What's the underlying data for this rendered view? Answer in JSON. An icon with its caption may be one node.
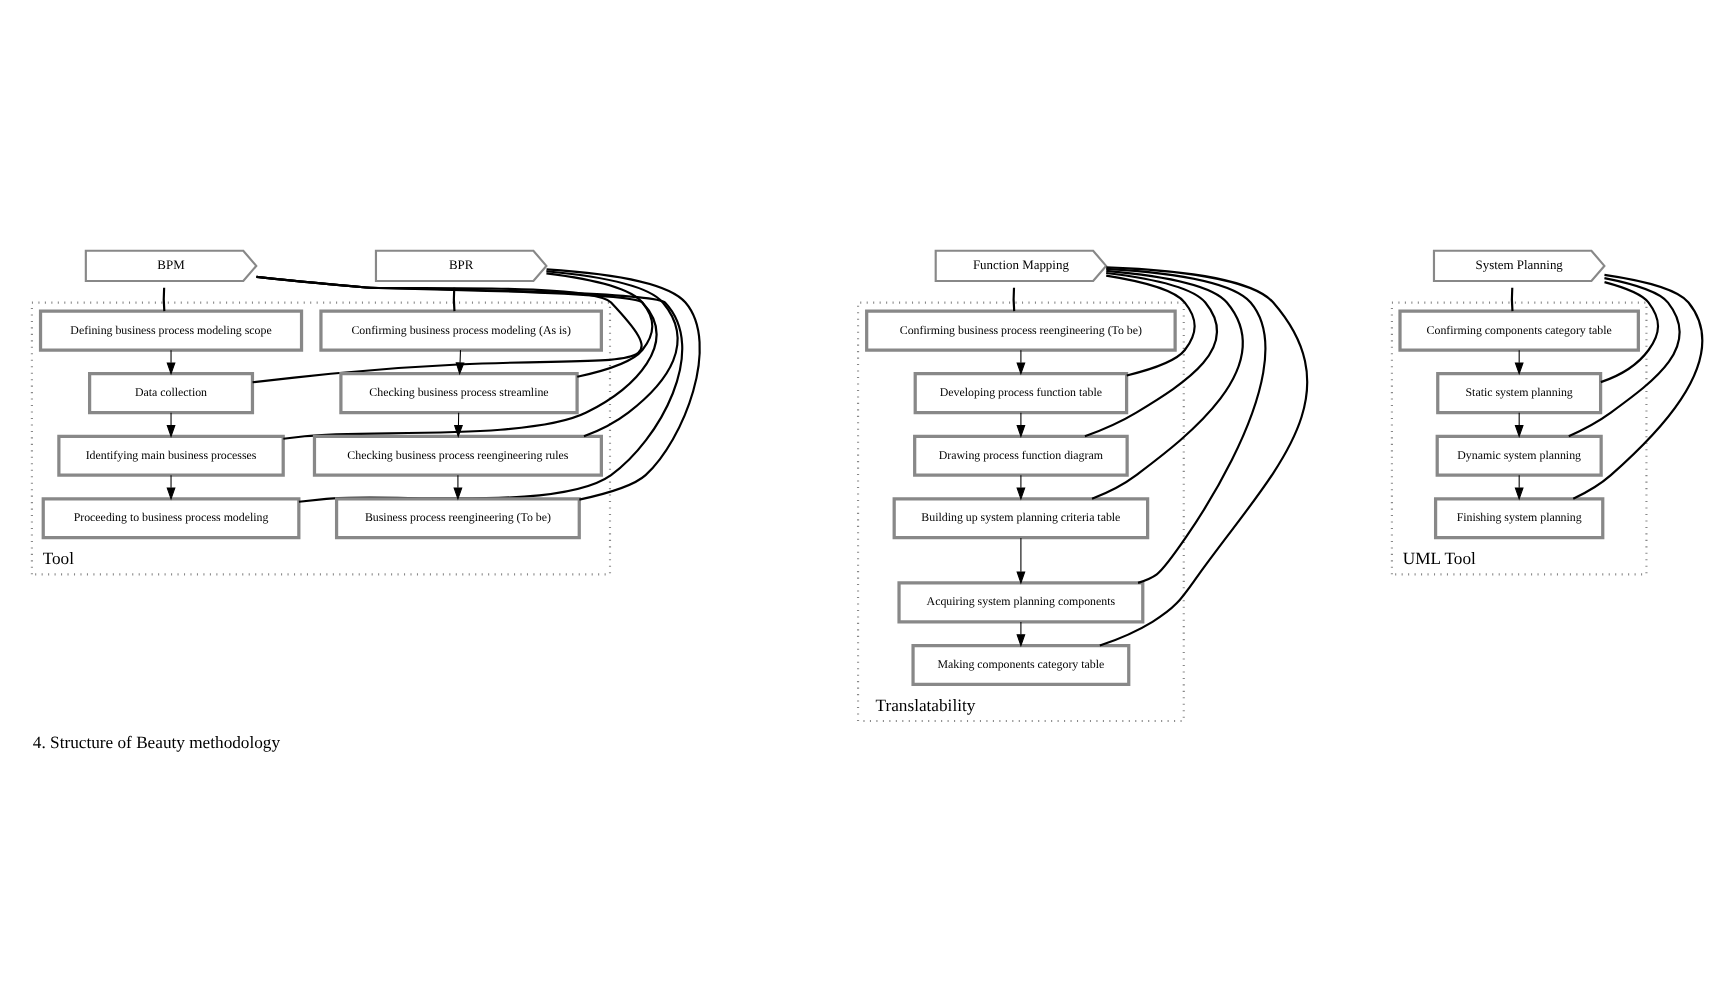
{
  "diagram": {
    "caption": "4. Structure of Beauty methodology",
    "nodes": [
      {
        "text": [
          "BPM"
        ]
      },
      {
        "text": [
          "BPR"
        ]
      },
      {
        "text": [
          "Function Mapping"
        ]
      },
      {
        "text": [
          "System Planning"
        ]
      },
      {
        "text": [
          "Tool"
        ]
      },
      {
        "text": [
          "Defining business process modeling scope"
        ],
        "in": 4
      },
      {
        "text": [
          "Data collection"
        ],
        "in": 4
      },
      {
        "text": [
          "Identifying main business processes"
        ],
        "in": 4
      },
      {
        "text": [
          "Proceeding to business process modeling"
        ],
        "in": 4
      },
      {
        "text": [
          "Confirming business process modeling (As is)"
        ],
        "in": 4
      },
      {
        "text": [
          "Checking business process streamline"
        ],
        "in": 4
      },
      {
        "text": [
          "Checking business process reengineering rules"
        ],
        "in": 4
      },
      {
        "text": [
          "Business process reengineering (To be)"
        ],
        "in": 4
      },
      {
        "text": [
          "Translatability"
        ]
      },
      {
        "text": [
          "Confirming business process reengineering (To be)"
        ],
        "in": 13
      },
      {
        "text": [
          "Developing process function table"
        ],
        "in": 13
      },
      {
        "text": [
          "Drawing process function diagram"
        ],
        "in": 13
      },
      {
        "text": [
          "Building up system planning criteria table"
        ],
        "in": 13
      },
      {
        "text": [
          "Acquiring system planning components"
        ],
        "in": 13
      },
      {
        "text": [
          "Making components category table"
        ],
        "in": 13
      },
      {
        "text": [
          "UML Tool"
        ]
      },
      {
        "text": [
          "Confirming components category table"
        ],
        "in": 20
      },
      {
        "text": [
          "Static system planning"
        ],
        "in": 20
      },
      {
        "text": [
          "Dynamic system planning"
        ],
        "in": 20
      },
      {
        "text": [
          "Finishing system planning"
        ],
        "in": 20
      }
    ],
    "edges": [
      {
        "from": 0,
        "to": 5,
        "arrow": "none"
      },
      {
        "from": 0,
        "to": 6,
        "arrow": "none"
      },
      {
        "from": 0,
        "to": 7,
        "arrow": "none"
      },
      {
        "from": 0,
        "to": 8,
        "arrow": "none"
      },
      {
        "from": 5,
        "to": 6,
        "arrow": "to"
      },
      {
        "from": 6,
        "to": 7,
        "arrow": "to"
      },
      {
        "from": 7,
        "to": 8,
        "arrow": "to"
      },
      {
        "from": 1,
        "to": 9,
        "arrow": "none"
      },
      {
        "from": 1,
        "to": 10,
        "arrow": "none"
      },
      {
        "from": 1,
        "to": 11,
        "arrow": "none"
      },
      {
        "from": 1,
        "to": 12,
        "arrow": "none"
      },
      {
        "from": 9,
        "to": 10,
        "arrow": "to"
      },
      {
        "from": 10,
        "to": 11,
        "arrow": "to"
      },
      {
        "from": 11,
        "to": 12,
        "arrow": "to"
      },
      {
        "from": 2,
        "to": 14,
        "arrow": "none"
      },
      {
        "from": 2,
        "to": 15,
        "arrow": "none"
      },
      {
        "from": 2,
        "to": 16,
        "arrow": "none"
      },
      {
        "from": 2,
        "to": 17,
        "arrow": "none"
      },
      {
        "from": 2,
        "to": 18,
        "arrow": "none"
      },
      {
        "from": 2,
        "to": 19,
        "arrow": "none"
      },
      {
        "from": 14,
        "to": 15,
        "arrow": "to"
      },
      {
        "from": 15,
        "to": 16,
        "arrow": "to"
      },
      {
        "from": 16,
        "to": 17,
        "arrow": "to"
      },
      {
        "from": 17,
        "to": 18,
        "arrow": "to"
      },
      {
        "from": 18,
        "to": 19,
        "arrow": "to"
      },
      {
        "from": 3,
        "to": 21,
        "arrow": "none"
      },
      {
        "from": 3,
        "to": 22,
        "arrow": "none"
      },
      {
        "from": 3,
        "to": 23,
        "arrow": "none"
      },
      {
        "from": 3,
        "to": 24,
        "arrow": "none"
      },
      {
        "from": 21,
        "to": 22,
        "arrow": "to"
      },
      {
        "from": 22,
        "to": 23,
        "arrow": "to"
      },
      {
        "from": 23,
        "to": 24,
        "arrow": "to"
      }
    ]
  }
}
